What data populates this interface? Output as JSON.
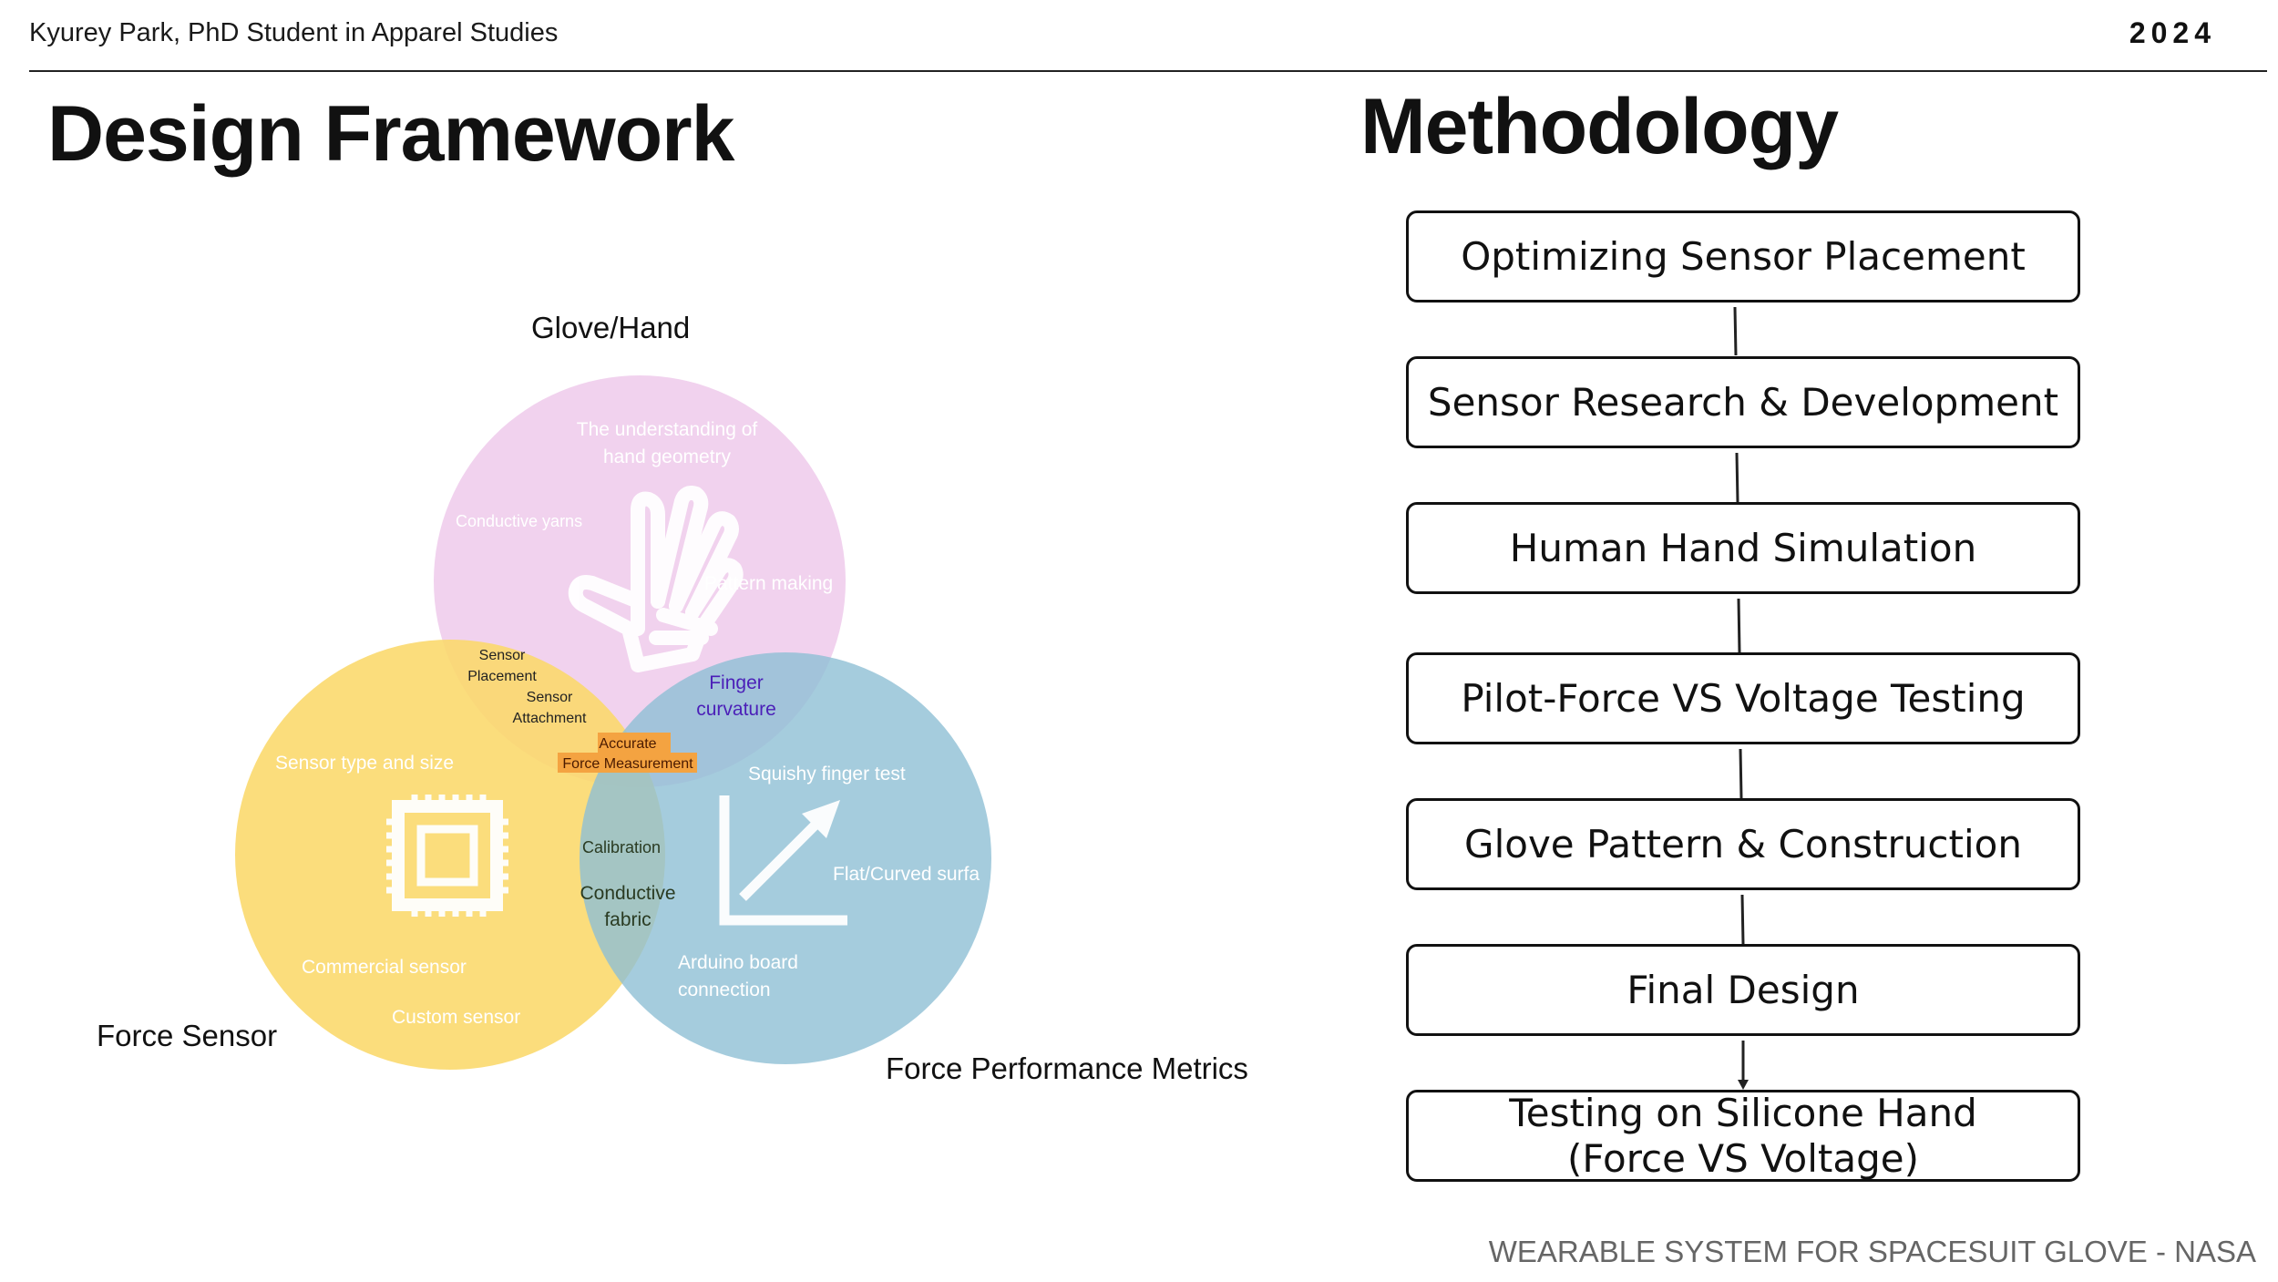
{
  "header": {
    "author": "Kyurey Park, PhD Student in Apparel Studies",
    "year": "2024"
  },
  "left": {
    "title": "Design Framework",
    "venn": {
      "labels": {
        "glove_hand": "Glove/Hand",
        "force_sensor": "Force Sensor",
        "force_metrics": "Force Performance Metrics"
      },
      "glove_items": [
        "The understanding of",
        "hand geometry",
        "Conductive yarns",
        "Pattern making"
      ],
      "sensor_items": [
        "Sensor type and size",
        "Commercial sensor",
        "Custom sensor"
      ],
      "metrics_items": [
        "Squishy finger test",
        "Flat/Curved surfa",
        "Arduino board",
        "connection"
      ],
      "glove_sensor_overlap": [
        "Sensor",
        "Placement",
        "Sensor",
        "Attachment"
      ],
      "glove_metrics_overlap": [
        "Finger",
        "curvature"
      ],
      "sensor_metrics_overlap": [
        "Calibration",
        "Conductive",
        "fabric"
      ],
      "center": [
        "Accurate",
        "Force Measurement"
      ],
      "icons": [
        "hand-icon",
        "chip-icon",
        "chart-arrow-icon"
      ],
      "colors": {
        "glove": "#f0cdec",
        "sensor": "#fbd86a",
        "metrics": "#8fbfd4",
        "center_highlight": "#f4a341",
        "finger_text": "#4b1fb8"
      }
    }
  },
  "right": {
    "title": "Methodology",
    "steps": [
      "Optimizing Sensor Placement",
      "Sensor Research & Development",
      "Human Hand Simulation",
      "Pilot-Force VS Voltage Testing",
      "Glove Pattern & Construction",
      "Final Design",
      "Testing on Silicone Hand\n(Force VS Voltage)"
    ]
  },
  "footer": "WEARABLE SYSTEM FOR SPACESUIT GLOVE - NASA"
}
